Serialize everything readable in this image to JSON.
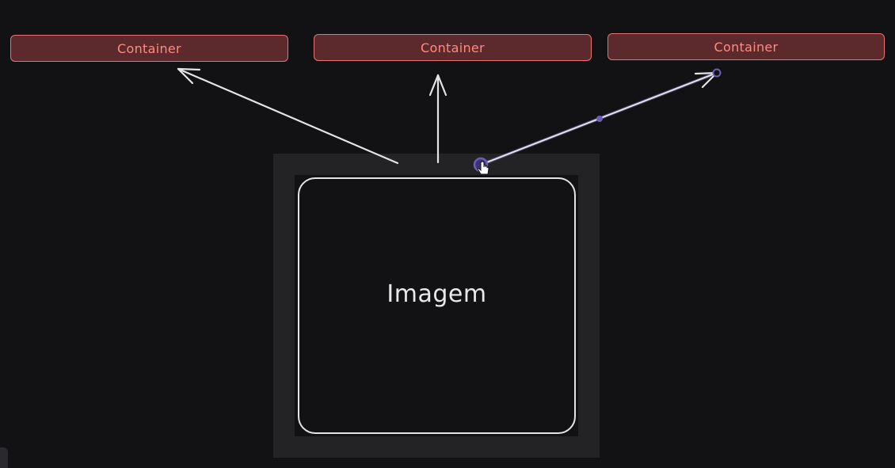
{
  "containers": [
    {
      "label": "Container"
    },
    {
      "label": "Container"
    },
    {
      "label": "Container"
    }
  ],
  "image_node": {
    "label": "Imagem"
  },
  "colors": {
    "background": "#121214",
    "container_fill": "#5c2a2c",
    "container_stroke": "#e57373",
    "container_text": "#ff8a80",
    "stroke": "#e4e4e4",
    "selection_handle": "#6b5fb5"
  },
  "icons": [
    "arrow",
    "hand-pointer-icon"
  ]
}
